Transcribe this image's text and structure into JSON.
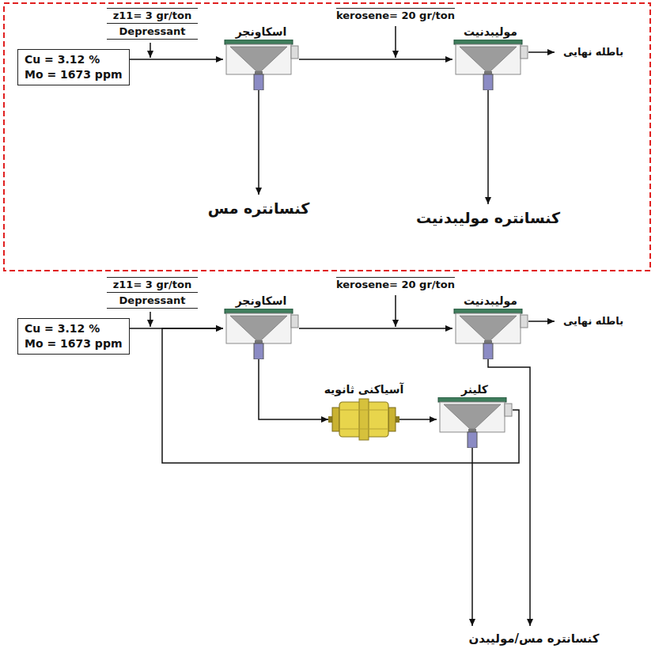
{
  "diagram": {
    "nodes": [
      {
        "text": [
          "Cu = 3.12 %",
          "Mo = 1673 ppm"
        ]
      },
      {
        "text": [
          "اسکاونجر"
        ]
      },
      {
        "text": [
          "مولیبدنیت"
        ]
      },
      {
        "text": [
          "Cu = 3.12 %",
          "Mo = 1673 ppm"
        ]
      },
      {
        "text": [
          "اسکاونجر"
        ]
      },
      {
        "text": [
          "مولیبدنیت"
        ]
      },
      {
        "text": [
          "آسیاکنی ثانویه"
        ]
      },
      {
        "text": [
          "کلینر"
        ]
      }
    ],
    "edges": [
      {
        "from": 0,
        "to": 1,
        "arrow": "to"
      },
      {
        "from": 1,
        "to": 2,
        "arrow": "to"
      },
      {
        "from": 3,
        "to": 4,
        "arrow": "to"
      },
      {
        "from": 4,
        "to": 5,
        "arrow": "to"
      },
      {
        "from": 4,
        "to": 6,
        "arrow": "to"
      },
      {
        "from": 6,
        "to": 7,
        "arrow": "to"
      },
      {
        "from": 7,
        "to": 4,
        "arrow": "to"
      }
    ],
    "labels": [
      "z11= 3 gr/ton",
      "Depressant",
      "kerosene= 20 gr/ton",
      "باطله نهایی",
      "کنسانتره مس",
      "کنسانتره مولیبدنیت",
      "z11= 3 gr/ton",
      "Depressant",
      "kerosene= 20 gr/ton",
      "باطله نهایی",
      "کنسانتره مس/مولیبدن"
    ]
  }
}
